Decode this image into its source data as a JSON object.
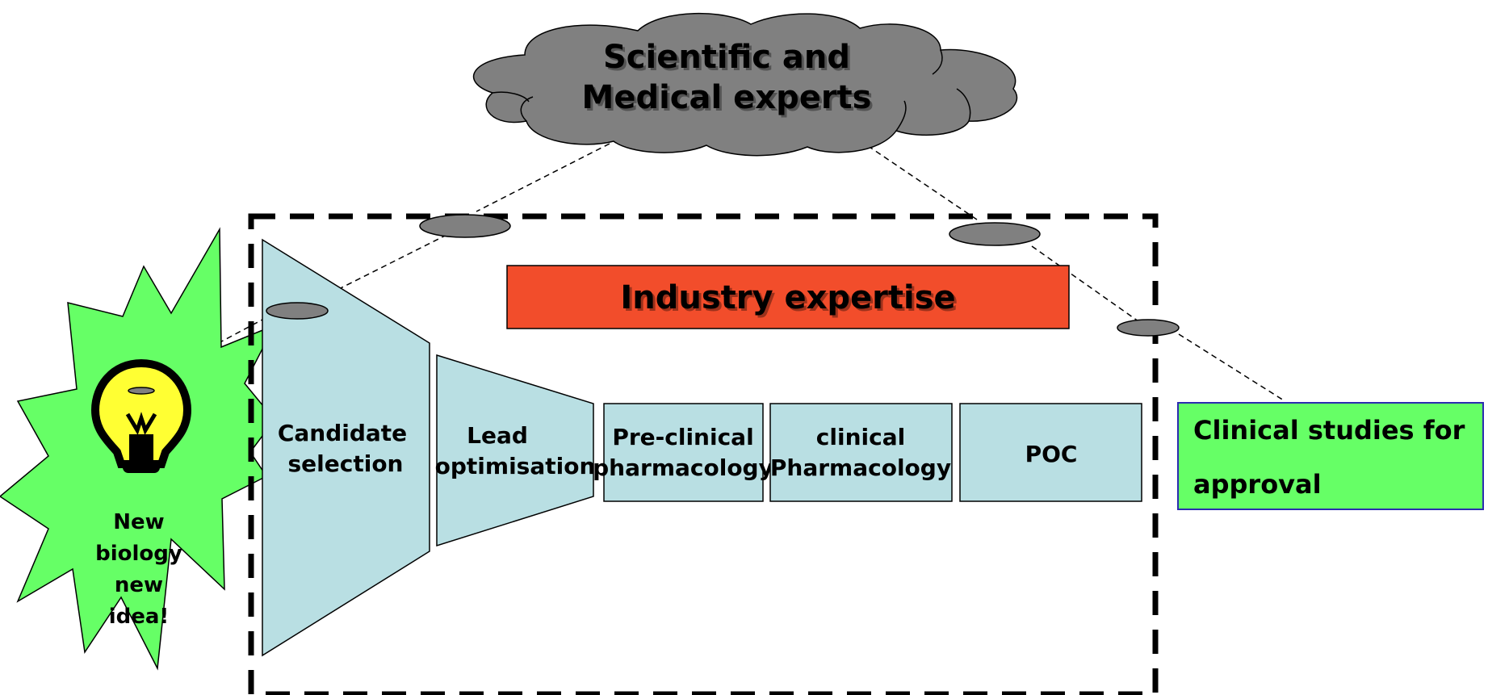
{
  "cloud": {
    "line1": "Scientific and",
    "line2": "Medical experts",
    "fill": "#808080"
  },
  "industry": {
    "label": "Industry expertise",
    "fill": "#f24d2b"
  },
  "idea": {
    "line1": "New",
    "line2": "biology",
    "line3": "new",
    "line4": "idea!",
    "star_fill": "#66ff66",
    "bulb_fill": "#ffff33"
  },
  "stages": {
    "candidate": {
      "line1": "Candidate",
      "line2": "selection"
    },
    "lead": {
      "line1": "Lead",
      "line2": "optimisation"
    },
    "preclinical": {
      "line1": "Pre-clinical",
      "line2": "pharmacology"
    },
    "clinical": {
      "line1": "clinical",
      "line2": "Pharmacology"
    },
    "poc": {
      "label": "POC"
    },
    "fill": "#b9dfe3"
  },
  "approval": {
    "line1": "Clinical studies for",
    "line2": "approval",
    "fill": "#66ff66",
    "border": "#2b2bb0"
  }
}
